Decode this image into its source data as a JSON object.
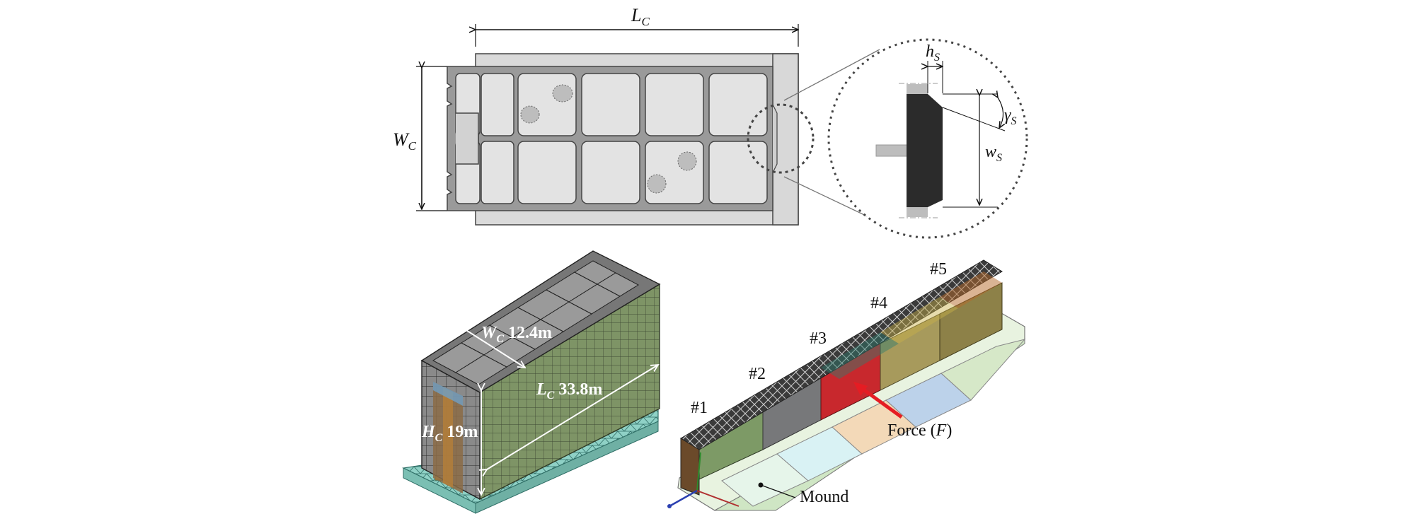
{
  "top_view": {
    "length_label": "L",
    "length_sub": "C",
    "width_label": "W",
    "width_sub": "C"
  },
  "detail": {
    "height_label": "h",
    "height_sub": "S",
    "width_label": "w",
    "width_sub": "S",
    "angle_label": "γ",
    "angle_sub": "S"
  },
  "caisson_3d": {
    "width_label": "W",
    "width_sub": "C",
    "width_value": " 12.4m",
    "length_label": "L",
    "length_sub": "C",
    "length_value": " 33.8m",
    "height_label": "H",
    "height_sub": "C",
    "height_value": " 19m"
  },
  "breakwater": {
    "caissons": [
      "#1",
      "#2",
      "#3",
      "#4",
      "#5"
    ],
    "force_text": "Force (",
    "force_symbol": "F",
    "force_close": ")",
    "mound_label": "Mound"
  },
  "colors": {
    "c1": "#7d9a66",
    "c2": "#77787a",
    "c3": "#c8282d",
    "c4": "#a79a5c",
    "c5": "#8d8148",
    "mesh_green": "#7e9466",
    "force_arrow": "#e51c23"
  }
}
